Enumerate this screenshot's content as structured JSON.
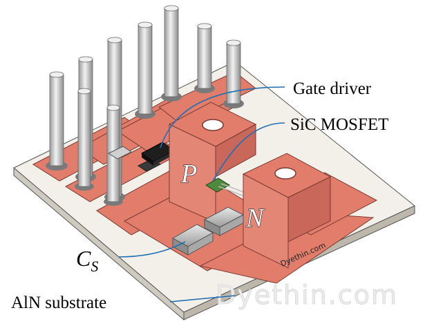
{
  "labels": {
    "gate_driver": "Gate driver",
    "sic_mosfet": "SiC MOSFET",
    "cs_main": "C",
    "cs_sub": "S",
    "aln_substrate": "AlN substrate"
  },
  "terminals": {
    "p": "P",
    "n": "N"
  },
  "watermarks": {
    "small": "Dyethin.com",
    "large": "Dyethin.com"
  },
  "colors": {
    "copper": "#e27d6c",
    "copper_dark": "#b8554a",
    "substrate": "#f3f0ea",
    "substrate_side": "#cfcac0",
    "leader": "#1f6fb5",
    "pin": "#e6e6e6"
  }
}
